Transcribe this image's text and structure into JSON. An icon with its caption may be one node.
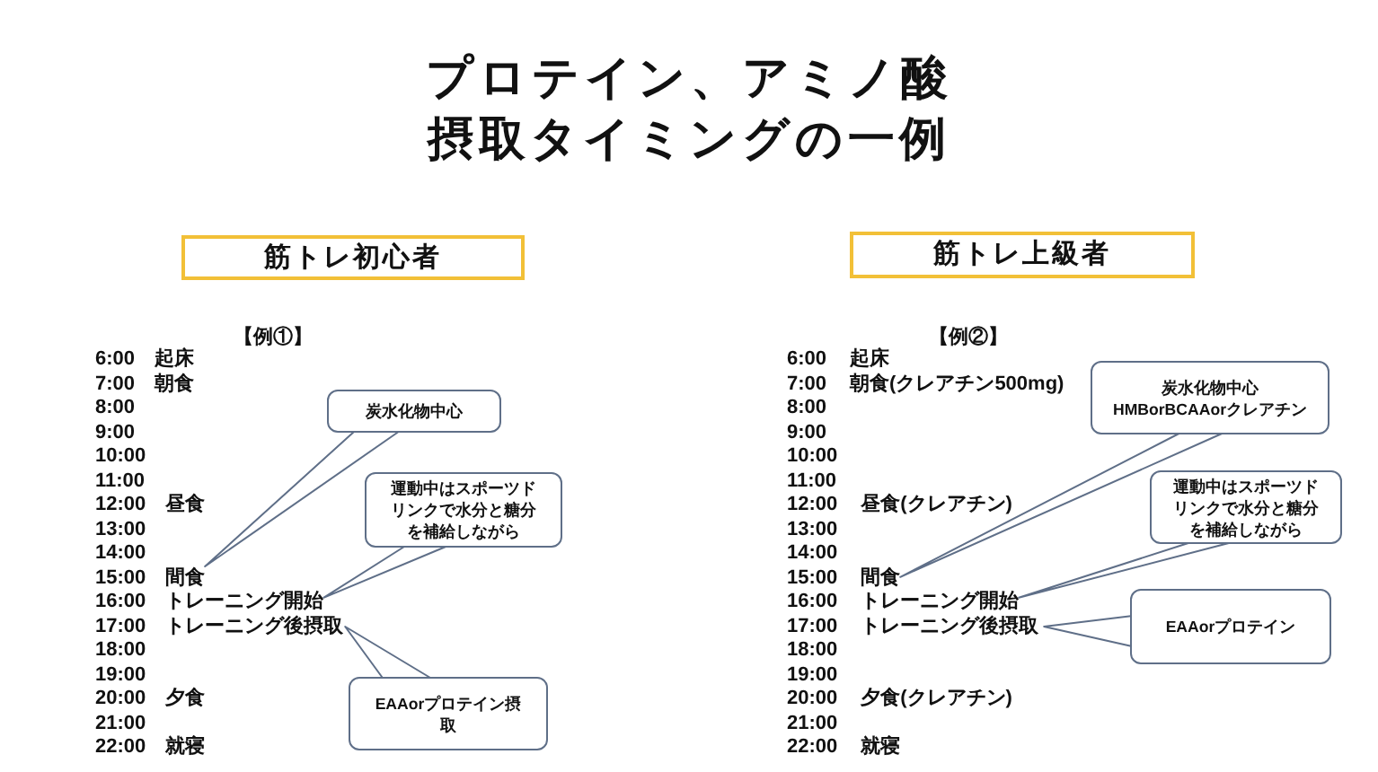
{
  "diagram": {
    "title": "プロテイン、アミノ酸摂取タイミングの一例",
    "nodes": [
      {
        "text": [
          "筋トレ初心者"
        ]
      },
      {
        "text": [
          "筋トレ上級者"
        ]
      },
      {
        "text": [
          "炭水化物中心"
        ]
      },
      {
        "text": [
          "運動中はスポーツドリンクで水分と糖分を補給しながら"
        ]
      },
      {
        "text": [
          "間食"
        ]
      },
      {
        "text": [
          "トレーニング開始"
        ]
      },
      {
        "text": [
          "トレーニング後摂取"
        ]
      },
      {
        "text": [
          "EAAorプロテイン摂取"
        ]
      },
      {
        "text": [
          "炭水化物中心",
          "HMBorBCAAorクレアチン"
        ]
      },
      {
        "text": [
          "運動中はスポーツドリンクで水分と糖分を補給しながら"
        ]
      },
      {
        "text": [
          "間食"
        ]
      },
      {
        "text": [
          "トレーニング開始"
        ]
      },
      {
        "text": [
          "トレーニング後摂取"
        ]
      },
      {
        "text": [
          "EAAorプロテイン"
        ]
      }
    ],
    "edges": [
      {
        "from": 2,
        "to": 4,
        "arrow": "none"
      },
      {
        "from": 3,
        "to": 5,
        "arrow": "none"
      },
      {
        "from": 7,
        "to": 6,
        "arrow": "none"
      },
      {
        "from": 8,
        "to": 10,
        "arrow": "none"
      },
      {
        "from": 9,
        "to": 11,
        "arrow": "none"
      },
      {
        "from": 13,
        "to": 12,
        "arrow": "none"
      }
    ],
    "labels": [
      "【例①】",
      "6:00",
      "起床",
      "7:00",
      "朝食",
      "8:00",
      "9:00",
      "10:00",
      "11:00",
      "12:00",
      "昼食",
      "13:00",
      "14:00",
      "15:00",
      "16:00",
      "17:00",
      "18:00",
      "19:00",
      "20:00",
      "夕食",
      "21:00",
      "22:00",
      "就寝",
      "【例②】",
      "6:00",
      "起床",
      "7:00",
      "朝食(クレアチン500mg)",
      "8:00",
      "9:00",
      "10:00",
      "11:00",
      "12:00",
      "昼食(クレアチン)",
      "13:00",
      "14:00",
      "15:00",
      "16:00",
      "17:00",
      "18:00",
      "19:00",
      "20:00",
      "夕食(クレアチン)",
      "21:00",
      "22:00",
      "就寝"
    ]
  }
}
